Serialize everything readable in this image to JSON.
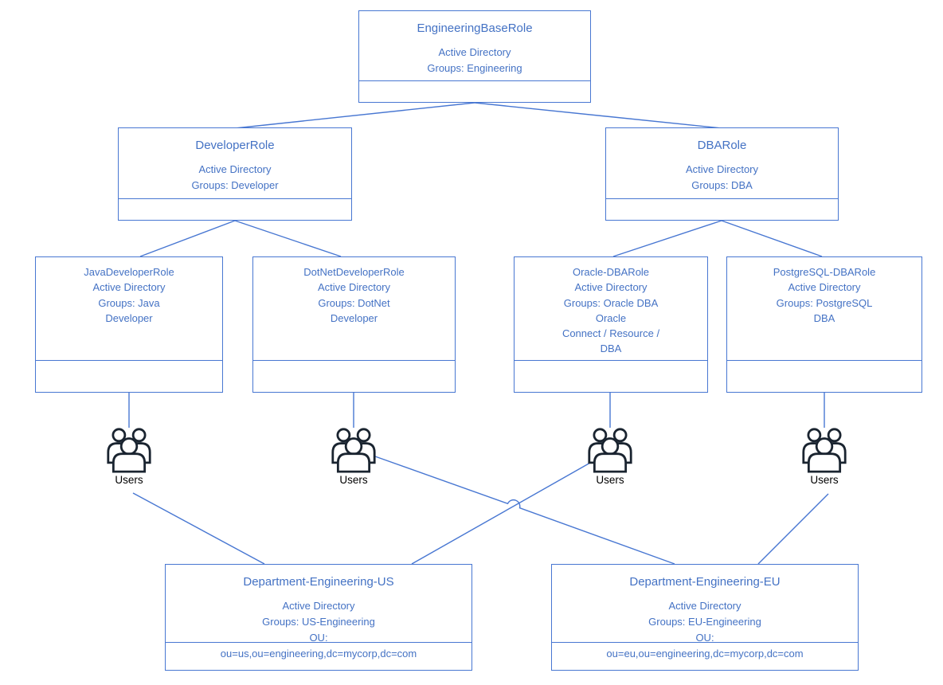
{
  "colors": {
    "line": "#4877d2",
    "text": "#4472c4",
    "icon": "#1a2430",
    "background": "#ffffff"
  },
  "nodes": {
    "engineering_base": {
      "title": "EngineeringBaseRole",
      "lines": [
        "Active Directory",
        "Groups: Engineering"
      ]
    },
    "developer": {
      "title": "DeveloperRole",
      "lines": [
        "Active Directory",
        "Groups: Developer"
      ]
    },
    "dba": {
      "title": "DBARole",
      "lines": [
        "Active Directory",
        "Groups: DBA"
      ]
    },
    "java": {
      "lines": [
        "JavaDeveloperRole",
        "Active Directory",
        "Groups: Java",
        "Developer"
      ]
    },
    "dotnet": {
      "lines": [
        "DotNetDeveloperRole",
        "Active Directory",
        "Groups: DotNet",
        "Developer"
      ]
    },
    "oracle": {
      "lines": [
        "Oracle-DBARole",
        "Active Directory",
        "Groups: Oracle DBA",
        "Oracle",
        "Connect / Resource /",
        "DBA"
      ]
    },
    "postgresql": {
      "lines": [
        "PostgreSQL-DBARole",
        "Active Directory",
        "Groups: PostgreSQL",
        "DBA"
      ]
    }
  },
  "users": {
    "label": "Users"
  },
  "departments": {
    "us": {
      "title": "Department-Engineering-US",
      "lines": [
        "Active Directory",
        "Groups: US-Engineering",
        "OU:"
      ],
      "ou": "ou=us,ou=engineering,dc=mycorp,dc=com"
    },
    "eu": {
      "title": "Department-Engineering-EU",
      "lines": [
        "Active Directory",
        "Groups: EU-Engineering",
        "OU:"
      ],
      "ou": "ou=eu,ou=engineering,dc=mycorp,dc=com"
    }
  }
}
